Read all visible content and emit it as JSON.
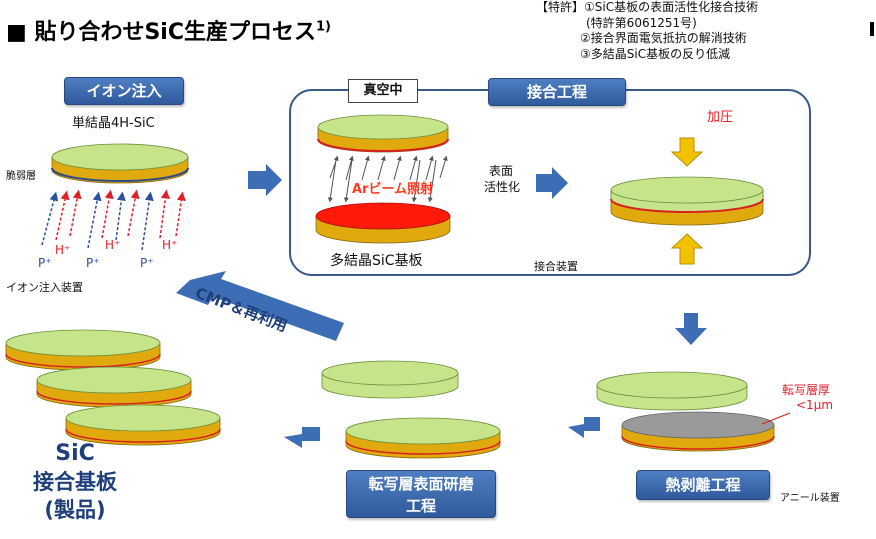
{
  "title": "貼り合わせSiC生産プロセス",
  "title_sup": "1)",
  "patent": {
    "line1": "【特許】①SiC基板の表面活性化接合技術",
    "line2": "(特許第6061251号)",
    "line3": "②接合界面電気抵抗の解消技術",
    "line4": "③多結晶SiC基板の反り低減"
  },
  "ion": {
    "box_label": "イオン注入",
    "wafer_label": "単結晶4H-SiC",
    "fragile_label": "脆弱層",
    "h_label": "H⁺",
    "p_label": "P⁺",
    "device_label": "イオン注入装置"
  },
  "bonding": {
    "vacuum_label": "真空中",
    "box_label": "接合工程",
    "ar_label": "Arビーム照射",
    "activation_label_1": "表面",
    "activation_label_2": "活性化",
    "pressure_label": "加圧",
    "poly_label": "多結晶SiC基板",
    "device_label": "接合装置"
  },
  "cmp_label": "CMP＆再利用",
  "peel": {
    "box_label": "熱剥離工程",
    "device_label": "アニール装置",
    "layer_label_1": "転写層厚",
    "layer_label_2": "<1μm"
  },
  "polish": {
    "box_label_1": "転写層表面研磨",
    "box_label_2": "工程"
  },
  "product": {
    "line1": "SiC",
    "line2": "接合基板",
    "line3": "(製品)"
  },
  "colors": {
    "box_blue": "#3a67ae",
    "arrow_blue": "#3d6db5",
    "wafer_green": "#c6e58a",
    "wafer_gold": "#e0a90e",
    "ar_red": "#ff1a0a",
    "pressure_yellow": "#f2c200",
    "gray_layer": "#9a9a9a"
  }
}
